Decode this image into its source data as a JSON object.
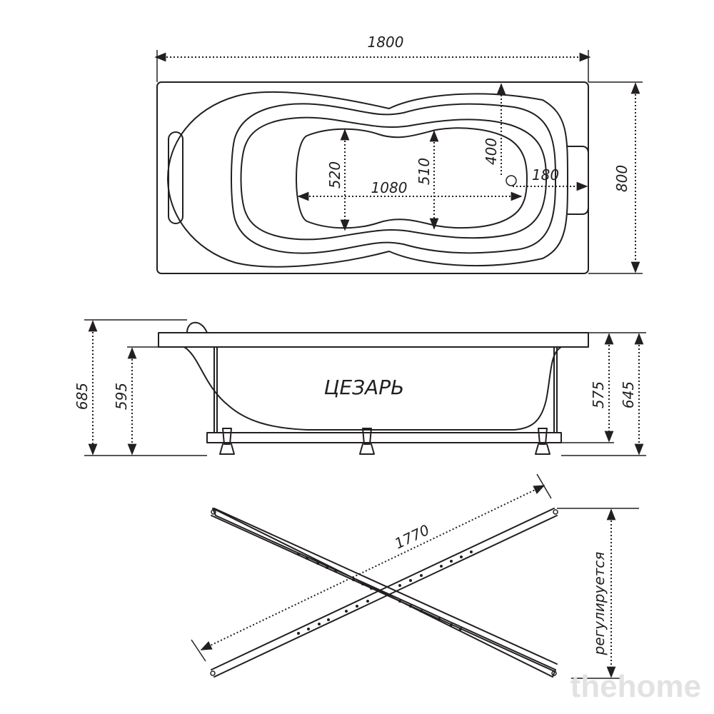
{
  "top_view": {
    "length": "1800",
    "width": "800",
    "inner_length": "1080",
    "inner_width_left": "520",
    "inner_width_right": "510",
    "drain_from_edge": "400",
    "drain_from_end": "180"
  },
  "side_view": {
    "model_name": "ЦЕЗАРЬ",
    "total_height": "685",
    "rim_height_left": "595",
    "depth": "575",
    "total_height_right": "645"
  },
  "frame_view": {
    "diagonal_length": "1770",
    "adjustable_label": "регулируется"
  },
  "watermark": "thehome",
  "colors": {
    "line": "#231f20",
    "watermark": "#e2e2e2",
    "background": "#ffffff"
  }
}
